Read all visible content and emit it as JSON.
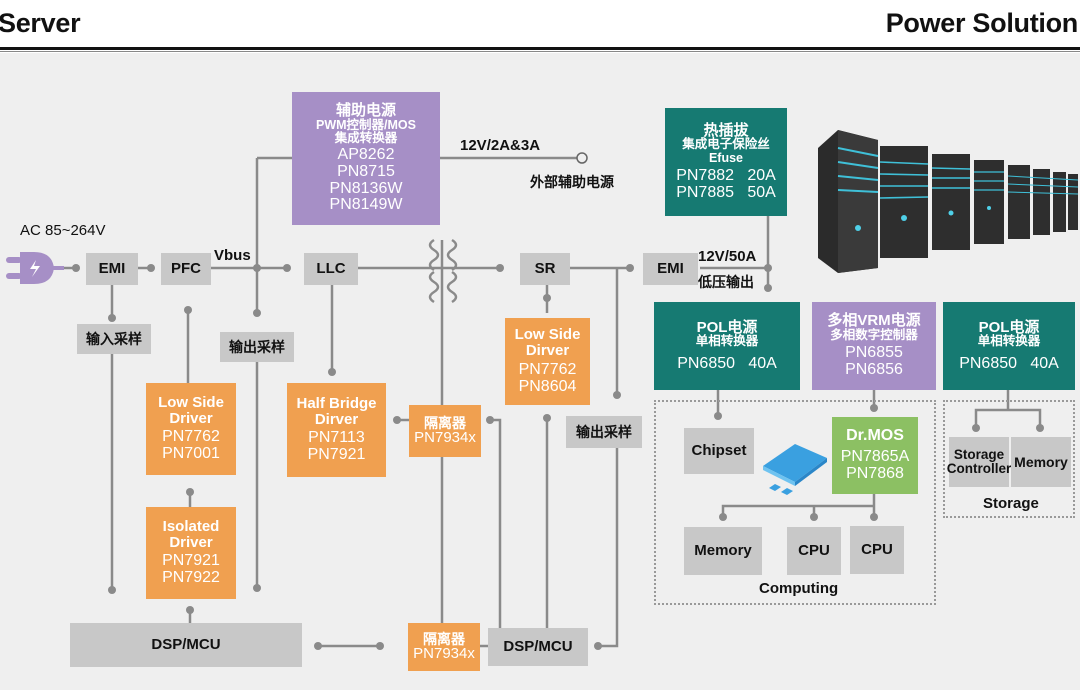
{
  "header": {
    "title_left": "Server",
    "title_right": "Power Solution"
  },
  "colors": {
    "orange": "#f0a050",
    "purple": "#a68fc6",
    "teal": "#167a72",
    "green": "#8cc063",
    "gray_box": "#c8c8c8",
    "wire": "#8a8a8a"
  },
  "icons": {
    "plug": "power-plug-icon",
    "chip": "chip-illustration",
    "servers": "server-racks-illustration"
  },
  "labels": {
    "ac_input": "AC 85~264V",
    "vbus": "Vbus",
    "aux_output": "12V/2A&3A",
    "aux_output_desc": "外部辅助电源",
    "main_output": "12V/50A",
    "main_output_desc": "低压输出"
  },
  "blocks": {
    "emi_in": "EMI",
    "pfc": "PFC",
    "llc": "LLC",
    "sr": "SR",
    "emi_out": "EMI",
    "input_sample": "输入采样",
    "output_sample_1": "输出采样",
    "output_sample_2": "输出采样",
    "dsp_mcu_1": "DSP/MCU",
    "dsp_mcu_2": "DSP/MCU"
  },
  "aux_power": {
    "title": "辅助电源",
    "subtitle1": "PWM控制器/MOS",
    "subtitle2": "集成转换器",
    "parts": [
      "AP8262",
      "PN8715",
      "PN8136W",
      "PN8149W"
    ]
  },
  "hot_swap": {
    "title": "热插拔",
    "subtitle1": "集成电子保险丝",
    "subtitle2": "Efuse",
    "parts": [
      "PN7882   20A",
      "PN7885   50A"
    ]
  },
  "low_side_driver_pfc": {
    "title1": "Low Side",
    "title2": "Driver",
    "parts": [
      "PN7762",
      "PN7001"
    ]
  },
  "isolated_driver": {
    "title1": "Isolated",
    "title2": "Driver",
    "parts": [
      "PN7921",
      "PN7922"
    ]
  },
  "half_bridge_driver": {
    "title1": "Half Bridge",
    "title2": "Dirver",
    "parts": [
      "PN7113",
      "PN7921"
    ]
  },
  "isolator_1": {
    "title": "隔离器",
    "part": "PN7934x"
  },
  "isolator_2": {
    "title": "隔离器",
    "part": "PN7934x"
  },
  "low_side_driver_sr": {
    "title1": "Low Side",
    "title2": "Dirver",
    "parts": [
      "PN7762",
      "PN8604"
    ]
  },
  "pol_1": {
    "title": "POL电源",
    "subtitle": "单相转换器",
    "part": "PN6850   40A"
  },
  "vrm": {
    "title": "多相VRM电源",
    "subtitle": "多相数字控制器",
    "parts": [
      "PN6855",
      "PN6856"
    ]
  },
  "pol_2": {
    "title": "POL电源",
    "subtitle": "单相转换器",
    "part": "PN6850   40A"
  },
  "computing": {
    "group_label": "Computing",
    "chipset": "Chipset",
    "drmos": {
      "title": "Dr.MOS",
      "parts": [
        "PN7865A",
        "PN7868"
      ]
    },
    "memory": "Memory",
    "cpu1": "CPU",
    "cpu2": "CPU"
  },
  "storage": {
    "group_label": "Storage",
    "controller_line1": "Storage",
    "controller_line2": "Controller",
    "memory": "Memory"
  }
}
